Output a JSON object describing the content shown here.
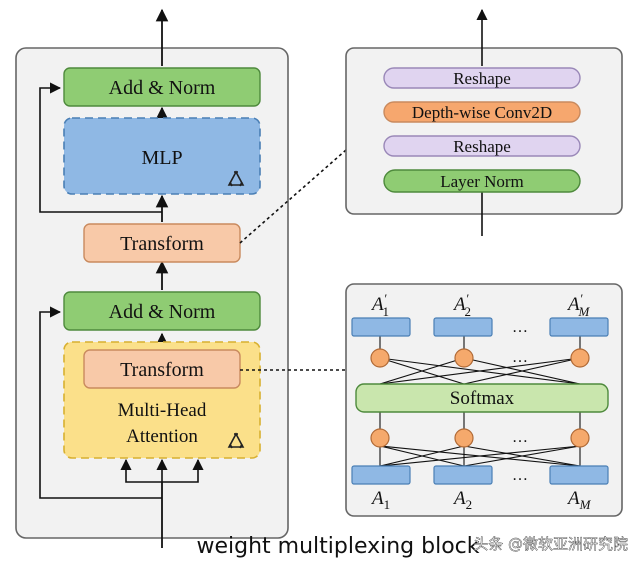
{
  "left_block": {
    "top_add_norm": "Add & Norm",
    "mlp": "MLP",
    "transform_mid": "Transform",
    "bottom_add_norm": "Add & Norm",
    "transform_inner": "Transform",
    "mha_line1": "Multi-Head",
    "mha_line2": "Attention"
  },
  "detail_top": {
    "reshape_top": "Reshape",
    "depthwise": "Depth-wise Conv2D",
    "reshape_bottom": "Reshape",
    "layer_norm": "Layer Norm"
  },
  "detail_bottom": {
    "top_labels": [
      {
        "base": "A",
        "sub": "1",
        "prime": "′"
      },
      {
        "base": "A",
        "sub": "2",
        "prime": "′"
      },
      {
        "base": "A",
        "sub": "M",
        "prime": "′"
      }
    ],
    "softmax": "Softmax",
    "bottom_labels": [
      {
        "base": "A",
        "sub": "1"
      },
      {
        "base": "A",
        "sub": "2"
      },
      {
        "base": "A",
        "sub": "M"
      }
    ],
    "ellipsis": "…"
  },
  "caption": "weight multiplexing block",
  "watermark": "头条 @微软亚洲研究院",
  "colors": {
    "green_fill": "#8fcc73",
    "green_stroke": "#4e8a3c",
    "blue_fill": "#8fb8e4",
    "blue_stroke": "#4a7fb5",
    "peach_fill": "#f8c9a8",
    "peach_stroke": "#c98a5e",
    "orange_fill": "#f6a76e",
    "yellow_fill": "#fbe08a",
    "yellow_stroke": "#d8b030",
    "lavender_fill": "#e0d4f0",
    "lavender_stroke": "#9a88b8",
    "softmax_fill": "#c9e6ad",
    "node_fill": "#f5a96c",
    "panel_fill": "#f2f2f2",
    "panel_stroke": "#666666"
  },
  "icons": {
    "recycle": "recycle-icon"
  }
}
